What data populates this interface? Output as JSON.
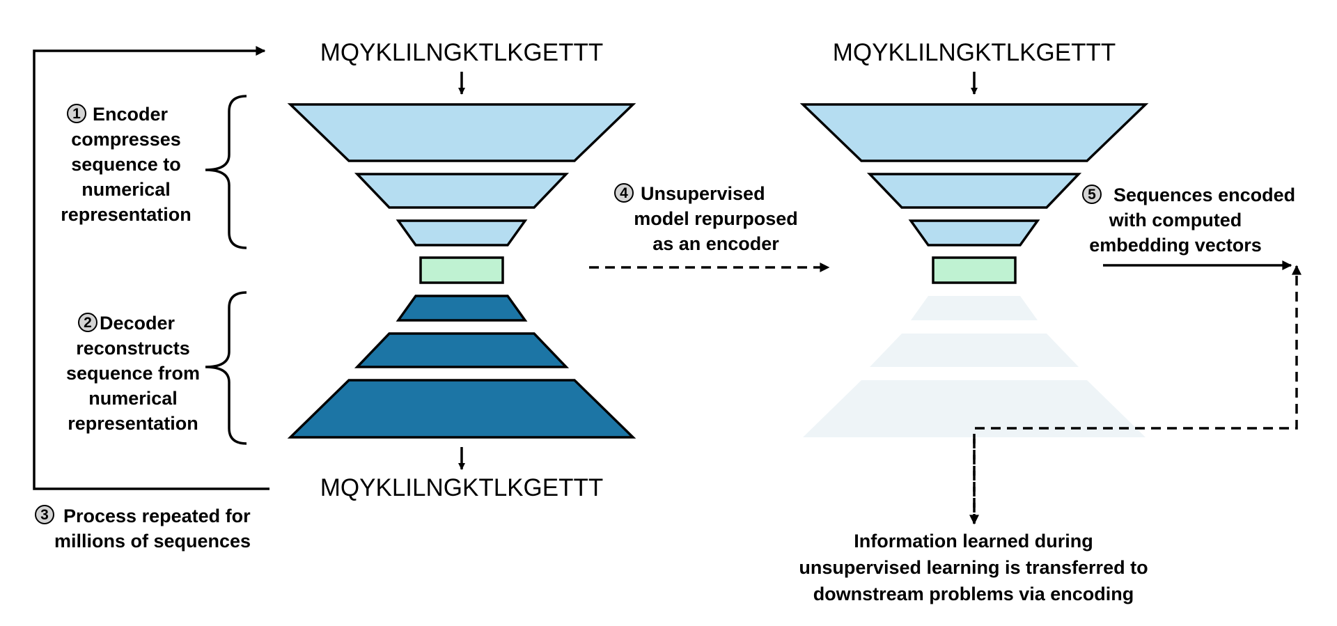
{
  "left_model": {
    "input_sequence": "MQYKLILNGKTLKGETTT",
    "output_sequence": "MQYKLILNGKTLKGETTT"
  },
  "right_model": {
    "input_sequence": "MQYKLILNGKTLKGETTT"
  },
  "steps": [
    {
      "number": "1",
      "lines": [
        "Encoder",
        "compresses",
        "sequence to",
        "numerical",
        "representation"
      ]
    },
    {
      "number": "2",
      "lines": [
        "Decoder",
        "reconstructs",
        "sequence from",
        "numerical",
        "representation"
      ]
    },
    {
      "number": "3",
      "lines": [
        "Process repeated for",
        "millions of sequences"
      ]
    },
    {
      "number": "4",
      "lines": [
        "Unsupervised",
        "model repurposed",
        "as an encoder"
      ]
    },
    {
      "number": "5",
      "lines": [
        "Sequences encoded",
        "with computed",
        "embedding vectors"
      ]
    }
  ],
  "transfer_note": {
    "lines": [
      "Information learned during",
      "unsupervised learning is transferred to",
      "downstream problems via encoding"
    ]
  },
  "colors": {
    "encoder": "#b5ddf1",
    "bottleneck": "#bff2d2",
    "decoder": "#1c75a5",
    "faded_decoder": "#eef4f7",
    "stroke": "#000000"
  }
}
